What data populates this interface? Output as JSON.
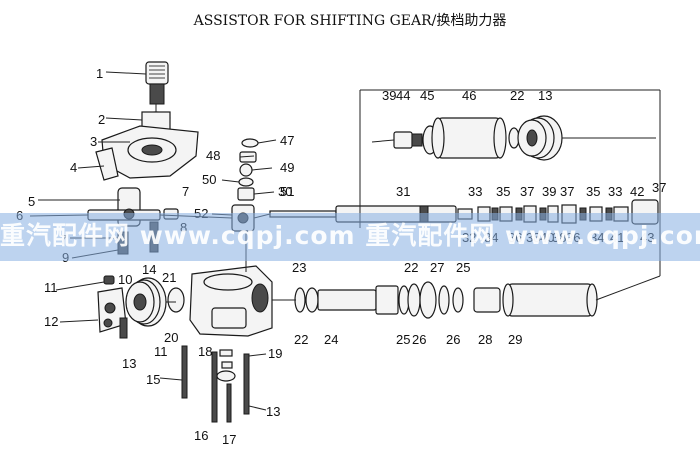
{
  "title": "ASSISTOR FOR SHIFTING GEAR/换档助力器",
  "watermark": {
    "text": "重汽配件网 www.cqpj.com  重汽配件网 www.cqpj.com  重汽配件网 w",
    "band_color": "#87afe1"
  },
  "callouts": [
    "1",
    "2",
    "3",
    "4",
    "5",
    "6",
    "7",
    "7",
    "8",
    "9",
    "10",
    "11",
    "12",
    "13",
    "14",
    "20",
    "21",
    "11",
    "18",
    "19",
    "15",
    "16",
    "17",
    "13",
    "47",
    "48",
    "49",
    "50",
    "51",
    "52",
    "30",
    "31",
    "39",
    "44",
    "45",
    "46",
    "22",
    "13",
    "33",
    "35",
    "37",
    "39",
    "37",
    "35",
    "33",
    "37",
    "32",
    "34",
    "36",
    "38",
    "40",
    "38",
    "36",
    "34",
    "41",
    "42",
    "43",
    "23",
    "22",
    "27",
    "25",
    "22",
    "24",
    "25",
    "26",
    "26",
    "28",
    "29"
  ]
}
